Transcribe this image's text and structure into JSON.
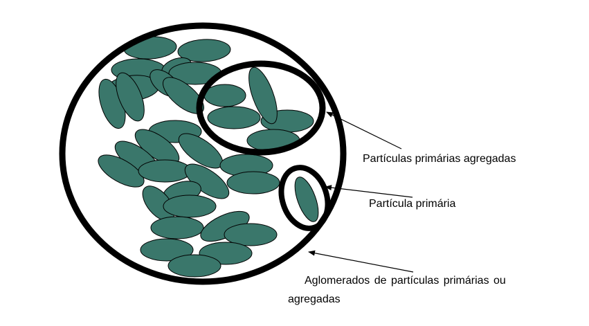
{
  "colors": {
    "particle_fill": "#3a776b",
    "outline": "#000000",
    "background": "#ffffff"
  },
  "labels": {
    "aggregated": "Partículas primárias agregadas",
    "primary": "Partícula primária",
    "agglomerates_line1": "Aglomerados de partículas primárias ou",
    "agglomerates_line2": "agregadas"
  }
}
